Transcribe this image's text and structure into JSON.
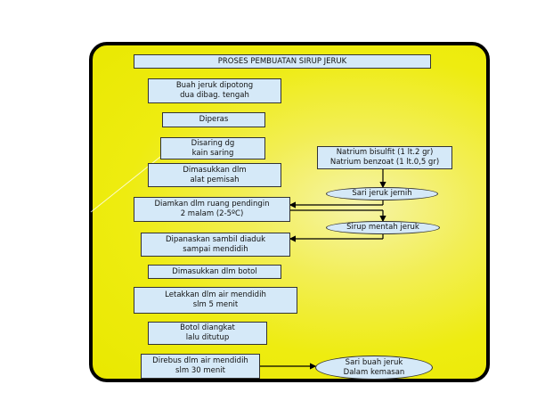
{
  "title": "PROSES PEMBUATAN SIRUP JERUK",
  "steps": {
    "potong": [
      "Buah jeruk dipotong",
      "dua dibag. tengah"
    ],
    "peras": [
      "Diperas"
    ],
    "saring": [
      "Disaring dg",
      "kain saring"
    ],
    "pemisah": [
      "Dimasukkan dlm",
      "alat pemisah"
    ],
    "dingin": [
      "Diamkan dlm ruang pendingin",
      "2 malam (2-5ºC)"
    ],
    "panas": [
      "Dipanaskan sambil diaduk",
      "sampai mendidih"
    ],
    "botol": [
      "Dimasukkan dlm botol"
    ],
    "rebus5": [
      "Letakkan dlm air mendidih",
      "slm 5 menit"
    ],
    "angkat": [
      "Botol diangkat",
      "lalu ditutup"
    ],
    "rebus30": [
      "Direbus dlm air mendidih",
      "slm 30 menit"
    ]
  },
  "additive": [
    "Natrium bisulfit (1 lt.2 gr)",
    "Natrium benzoat (1 lt.0,5 gr)"
  ],
  "outputs": {
    "sari": [
      "Sari jeruk jernih"
    ],
    "sirup": [
      "Sirup mentah jeruk"
    ],
    "final": [
      "Sari buah jeruk",
      "Dalam kemasan"
    ]
  }
}
